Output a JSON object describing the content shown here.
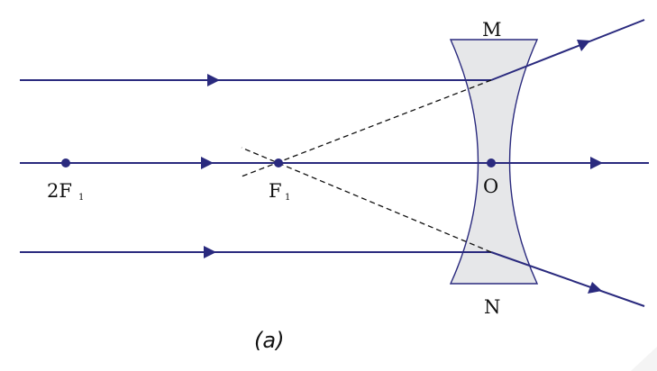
{
  "labels": {
    "M": "M",
    "N": "N",
    "O": "O",
    "f1_main": "F",
    "f1_sub": "1",
    "two_f1_main": "2F",
    "two_f1_sub": "1"
  },
  "caption": "(a)",
  "colors": {
    "ray": "#2a2a7e",
    "lens_fill": "#e6e7e9",
    "dashed": "#111111"
  }
}
